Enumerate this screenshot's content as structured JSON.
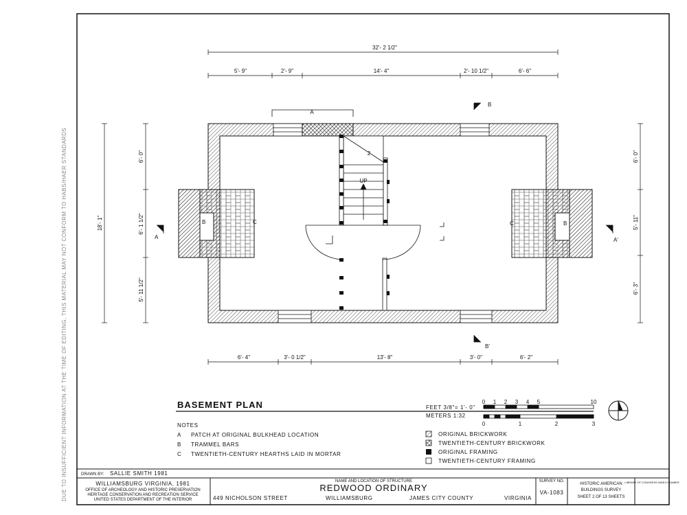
{
  "plan": {
    "title": "BASEMENT PLAN",
    "stair_label": "UP",
    "stair_number": "2",
    "labels": {
      "a": "A",
      "a_prime": "A'",
      "b": "B",
      "b_prime": "B'",
      "c": "C"
    }
  },
  "dimensions": {
    "top_overall": "32'- 2 1/2\"",
    "top_segments": [
      "5'- 9\"",
      "2'- 9\"",
      "14'- 4\"",
      "2'- 10 1/2\"",
      "6'- 6\""
    ],
    "bottom_segments": [
      "6'- 4\"",
      "3'- 0 1/2\"",
      "13'- 8\"",
      "3'- 0\"",
      "6'- 2\""
    ],
    "left_overall": "18'- 1\"",
    "left_segments": [
      "6'- 0\"",
      "6'- 1 1/2\"",
      "5'- 11 1/2\""
    ],
    "right_segments": [
      "6'- 0\"",
      "5'- 11\"",
      "6'- 3\""
    ]
  },
  "notes": {
    "heading": "NOTES",
    "items": [
      {
        "key": "A",
        "text": "PATCH AT ORIGINAL BULKHEAD LOCATION"
      },
      {
        "key": "B",
        "text": "TRAMMEL BARS"
      },
      {
        "key": "C",
        "text": "TWENTIETH-CENTURY HEARTHS LAID IN MORTAR"
      }
    ]
  },
  "legend": {
    "items": [
      {
        "symbol": "hatch",
        "text": "ORIGINAL BRICKWORK"
      },
      {
        "symbol": "crosshatch",
        "text": "TWENTIETH-CENTURY BRICKWORK"
      },
      {
        "symbol": "solid",
        "text": "ORIGINAL FRAMING"
      },
      {
        "symbol": "empty",
        "text": "TWENTIETH-CENTURY FRAMING"
      }
    ]
  },
  "scale": {
    "feet_label": "FEET  3/8\"= 1'- 0\"",
    "meters_label": "METERS  1:32",
    "feet_ticks": [
      "0",
      "1",
      "2",
      "3",
      "4",
      "5",
      "10"
    ],
    "meter_ticks": [
      "0",
      "1",
      "2",
      "3"
    ]
  },
  "disclaimer": "DUE TO INSUFFICIENT INFORMATION AT THE TIME OF EDITING, THIS MATERIAL MAY NOT CONFORM TO HABS/HAER STANDARDS",
  "title_block": {
    "drawn_by_label": "DRAWN BY:",
    "drawn_by": "SALLIE SMITH  1981",
    "office_lines": [
      "WILLIAMSBURG VIRGINIA, 1981",
      "OFFICE OF ARCHEOLOGY AND HISTORIC PRESERVATION",
      "HERITAGE CONSERVATION AND RECREATION SERVICE",
      "UNITED STATES DEPARTMENT OF THE INTERIOR"
    ],
    "name_caption": "NAME AND LOCATION OF STRUCTURE",
    "structure_name": "REDWOOD ORDINARY",
    "address": "449 NICHOLSON STREET",
    "city": "WILLIAMSBURG",
    "county": "JAMES CITY COUNTY",
    "state": "VIRGINIA",
    "survey_no_label": "SURVEY NO.",
    "survey_no": "VA-1083",
    "habs_lines": [
      "HISTORIC AMERICAN",
      "BUILDINGS SURVEY"
    ],
    "sheet": "SHEET  2  OF  13  SHEETS",
    "loc_stamp": "LIBRARY OF CONGRESS INDEX NUMBER"
  }
}
